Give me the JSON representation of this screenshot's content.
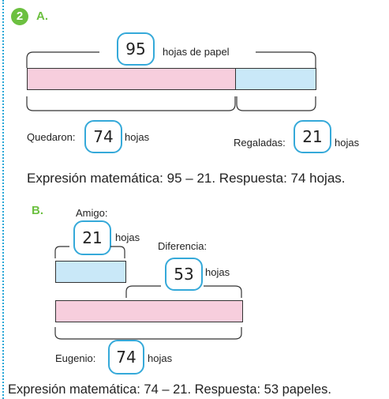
{
  "exercise_number": "2",
  "part_a": {
    "label": "A.",
    "total_value": "95",
    "total_unit": "hojas de papel",
    "left_prefix": "Quedaron:",
    "left_value": "74",
    "left_unit": "hojas",
    "right_prefix": "Regaladas:",
    "right_value": "21",
    "right_unit": "hojas",
    "answer": "Expresión matemática: 95 – 21. Respuesta: 74 hojas."
  },
  "part_b": {
    "label": "B.",
    "friend_label": "Amigo:",
    "friend_value": "21",
    "friend_unit": "hojas",
    "difference_label": "Diferencia:",
    "difference_value": "53",
    "difference_unit": "hojas",
    "eugenio_label": "Eugenio:",
    "eugenio_value": "74",
    "eugenio_unit": "hojas",
    "answer": "Expresión matemática: 74 – 21. Respuesta: 53 papeles."
  },
  "colors": {
    "accent_green": "#6cc040",
    "box_border": "#35a9d9",
    "bar_pink": "#f7cedd",
    "bar_blue": "#c9e8f8"
  }
}
